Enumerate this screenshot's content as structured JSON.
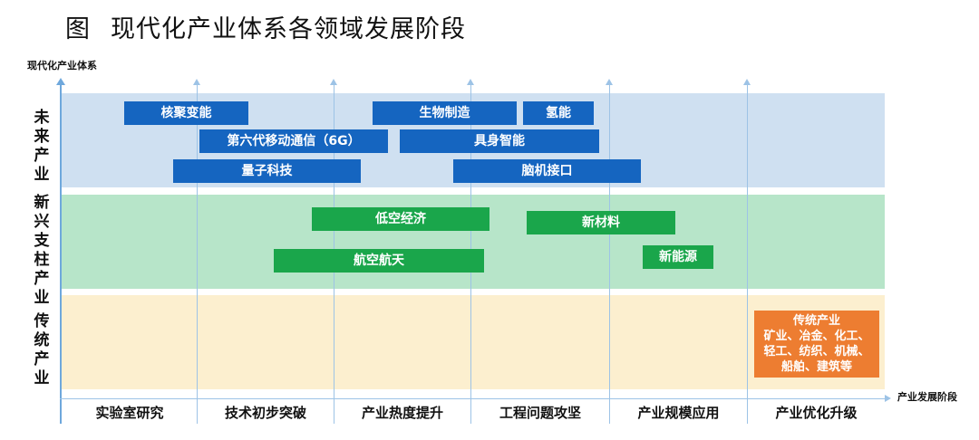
{
  "title": {
    "prefix": "图",
    "text": "现代化产业体系各领域发展阶段"
  },
  "y_axis_label": "现代化产业体系",
  "x_axis_label": "产业发展阶段",
  "rows": {
    "future": "未来产业",
    "emerging": "新兴支柱产业",
    "traditional": "传统产业"
  },
  "stages": [
    "实验室研究",
    "技术初步突破",
    "产业热度提升",
    "工程问题攻坚",
    "产业规模应用",
    "产业优化升级"
  ],
  "future_items": [
    "核聚变能",
    "生物制造",
    "氢能",
    "第六代移动通信（6G）",
    "具身智能",
    "量子科技",
    "脑机接口"
  ],
  "emerging_items": [
    "低空经济",
    "新材料",
    "航空航天",
    "新能源"
  ],
  "traditional_box": {
    "heading": "传统产业",
    "line1": "矿业、冶金、化工、",
    "line2": "轻工、纺织、机械、",
    "line3": "船舶、建筑等"
  },
  "colors": {
    "future_band": "#cfe0f1",
    "emerging_band": "#b7e5c9",
    "traditional_band": "#fcefcf",
    "blue_box": "#1565c0",
    "green_box": "#1aa64b",
    "orange_box": "#ed7d31"
  }
}
